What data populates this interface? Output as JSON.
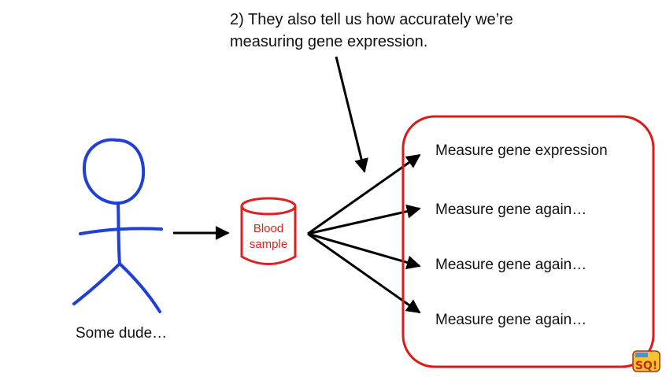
{
  "caption": {
    "line1": "2) They also tell us how accurately we’re",
    "line2": "measuring gene expression."
  },
  "person": {
    "label": "Some dude…"
  },
  "sample": {
    "line1": "Blood",
    "line2": "sample"
  },
  "measurements": [
    "Measure gene expression",
    "Measure gene again…",
    "Measure gene again…",
    "Measure gene again…"
  ],
  "logo": {
    "text": "SQ!"
  },
  "colors": {
    "stick_figure": "#1f3fd6",
    "sample": "#e02020",
    "results_box": "#e01818",
    "arrows": "#000000",
    "text": "#111111"
  }
}
